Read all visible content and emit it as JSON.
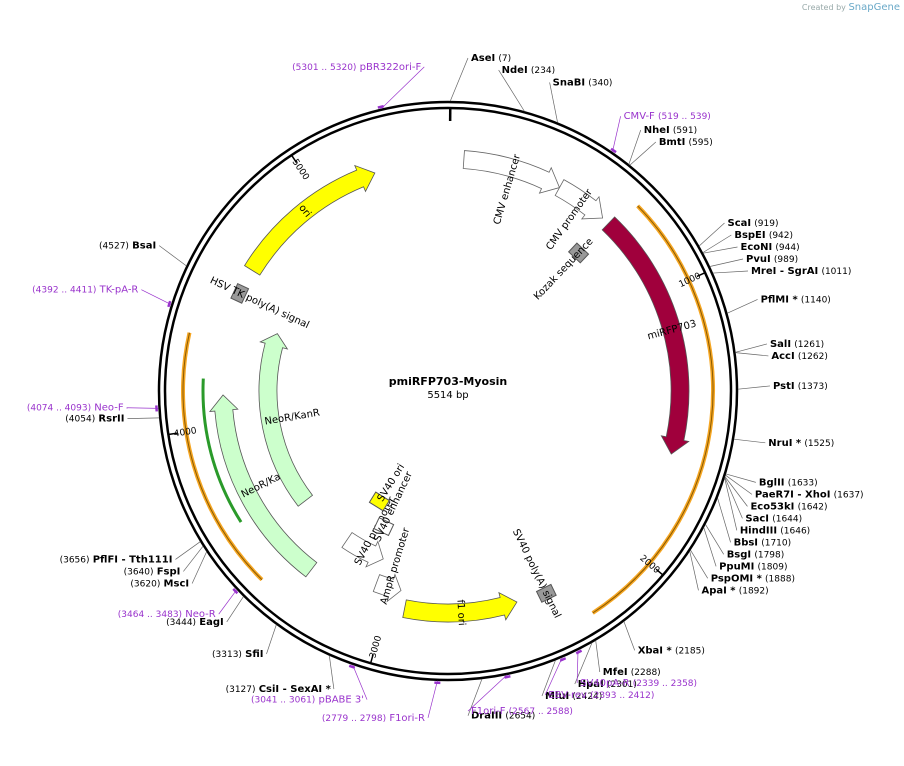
{
  "credit": {
    "prefix": "Created by",
    "brand": "SnapGene"
  },
  "plasmid": {
    "name": "pmiRFP703-Myosin",
    "size_label": "5514 bp",
    "length": 5514
  },
  "ticks": [
    {
      "bp": 1000,
      "label": "1000"
    },
    {
      "bp": 2000,
      "label": "2000"
    },
    {
      "bp": 3000,
      "label": "3000"
    },
    {
      "bp": 4000,
      "label": "4000"
    },
    {
      "bp": 5000,
      "label": "5000"
    }
  ],
  "enzymes": [
    {
      "name": "AseI",
      "pos": "(7)",
      "bp": 7
    },
    {
      "name": "NdeI",
      "pos": "(234)",
      "bp": 234
    },
    {
      "name": "SnaBI",
      "pos": "(340)",
      "bp": 340
    },
    {
      "name": "NheI",
      "pos": "(591)",
      "bp": 591
    },
    {
      "name": "BmtI",
      "pos": "(595)",
      "bp": 595
    },
    {
      "name": "ScaI",
      "pos": "(919)",
      "bp": 919
    },
    {
      "name": "BspEI",
      "pos": "(942)",
      "bp": 942
    },
    {
      "name": "EcoNI",
      "pos": "(944)",
      "bp": 944
    },
    {
      "name": "PvuI",
      "pos": "(989)",
      "bp": 989
    },
    {
      "name": "MreI - SgrAI",
      "pos": "(1011)",
      "bp": 1011
    },
    {
      "name": "PflMI *",
      "pos": "(1140)",
      "bp": 1140
    },
    {
      "name": "SalI",
      "pos": "(1261)",
      "bp": 1261
    },
    {
      "name": "AccI",
      "pos": "(1262)",
      "bp": 1262
    },
    {
      "name": "PstI",
      "pos": "(1373)",
      "bp": 1373
    },
    {
      "name": "NruI *",
      "pos": "(1525)",
      "bp": 1525
    },
    {
      "name": "BglII",
      "pos": "(1633)",
      "bp": 1633
    },
    {
      "name": "PaeR7I - XhoI",
      "pos": "(1637)",
      "bp": 1637
    },
    {
      "name": "Eco53kI",
      "pos": "(1642)",
      "bp": 1642
    },
    {
      "name": "SacI",
      "pos": "(1644)",
      "bp": 1644
    },
    {
      "name": "HindIII",
      "pos": "(1646)",
      "bp": 1646
    },
    {
      "name": "BbsI",
      "pos": "(1710)",
      "bp": 1710
    },
    {
      "name": "BsgI",
      "pos": "(1798)",
      "bp": 1798
    },
    {
      "name": "PpuMI",
      "pos": "(1809)",
      "bp": 1809
    },
    {
      "name": "PspOMI *",
      "pos": "(1888)",
      "bp": 1888
    },
    {
      "name": "ApaI *",
      "pos": "(1892)",
      "bp": 1892
    },
    {
      "name": "XbaI *",
      "pos": "(2185)",
      "bp": 2185
    },
    {
      "name": "MfeI",
      "pos": "(2288)",
      "bp": 2288
    },
    {
      "name": "HpaI",
      "pos": "(2301)",
      "bp": 2301
    },
    {
      "name": "MluI",
      "pos": "(2424)",
      "bp": 2424
    },
    {
      "name": "DraIII",
      "pos": "(2654)",
      "bp": 2654
    },
    {
      "name": "CsiI - SexAI *",
      "pos": "(3127)",
      "bp": 3127
    },
    {
      "name": "SfiI",
      "pos": "(3313)",
      "bp": 3313
    },
    {
      "name": "EagI",
      "pos": "(3444)",
      "bp": 3444
    },
    {
      "name": "MscI",
      "pos": "(3620)",
      "bp": 3620
    },
    {
      "name": "FspI",
      "pos": "(3640)",
      "bp": 3640
    },
    {
      "name": "PflFI - Tth111I",
      "pos": "(3656)",
      "bp": 3656
    },
    {
      "name": "RsrII",
      "pos": "(4054)",
      "bp": 4054
    },
    {
      "name": "BsaI",
      "pos": "(4527)",
      "bp": 4527
    }
  ],
  "primers": [
    {
      "name": "CMV-F",
      "pos": "(519 .. 539)",
      "bp": 529
    },
    {
      "name": "SV40pA-R",
      "pos": "(2339 .. 2358)",
      "bp": 2349
    },
    {
      "name": "EBV-rev",
      "pos": "(2393 .. 2412)",
      "bp": 2402
    },
    {
      "name": "F1ori-F",
      "pos": "(2567 .. 2588)",
      "bp": 2577
    },
    {
      "name": "F1ori-R",
      "pos": "(2779 .. 2798)",
      "bp": 2789
    },
    {
      "name": "pBABE 3'",
      "pos": "(3041 .. 3061)",
      "bp": 3051
    },
    {
      "name": "Neo-R",
      "pos": "(3464 .. 3483)",
      "bp": 3473
    },
    {
      "name": "Neo-F",
      "pos": "(4074 .. 4093)",
      "bp": 4083
    },
    {
      "name": "TK-pA-R",
      "pos": "(4392 .. 4411)",
      "bp": 4401
    },
    {
      "name": "pBR322ori-F",
      "pos": "(5301 .. 5320)",
      "bp": 5310
    }
  ],
  "features": [
    {
      "name": "CMV enhancer",
      "start": 60,
      "end": 440,
      "color": "#ffffff",
      "kind": "arrow"
    },
    {
      "name": "CMV promoter",
      "start": 440,
      "end": 640,
      "color": "#ffffff",
      "kind": "arrow"
    },
    {
      "name": "Kozak sequence",
      "start": 660,
      "end": 670,
      "color": "#999999",
      "kind": "box"
    },
    {
      "name": "miRFP703",
      "start": 670,
      "end": 1620,
      "color": "#a0003c",
      "kind": "arrow"
    },
    {
      "name": "SV40 poly(A) signal",
      "start": 2300,
      "end": 2420,
      "color": "#999999",
      "kind": "box"
    },
    {
      "name": "f1 ori",
      "start": 2480,
      "end": 2930,
      "color": "#ffff00",
      "kind": "arrow-rev"
    },
    {
      "name": "AmpR promoter",
      "start": 2960,
      "end": 3070,
      "color": "#ffffff",
      "kind": "arrow-rev"
    },
    {
      "name": "SV40 promoter",
      "start": 3080,
      "end": 3280,
      "color": "#ffffff",
      "kind": "arrow-rev"
    },
    {
      "name": "SV40 enhancer",
      "start": 3090,
      "end": 3200,
      "color": "#ffffff",
      "kind": "box"
    },
    {
      "name": "SV40 ori",
      "start": 3210,
      "end": 3280,
      "color": "#ffff00",
      "kind": "box"
    },
    {
      "name": "NeoR/KanR",
      "start": 3330,
      "end": 4120,
      "color": "#ccffcc",
      "kind": "arrow"
    },
    {
      "name": "NeoR/KanR",
      "start": 3560,
      "end": 4420,
      "color": "#ccffcc",
      "kind": "arrow"
    },
    {
      "name": "HSV TK poly(A) signal",
      "start": 4500,
      "end": 4540,
      "color": "#999999",
      "kind": "box"
    },
    {
      "name": "ori",
      "start": 4620,
      "end": 5230,
      "color": "#ffff00",
      "kind": "arrow"
    }
  ],
  "orange_arcs": [
    {
      "start": 700,
      "end": 2250
    },
    {
      "start": 3440,
      "end": 4330
    }
  ],
  "green_arc": {
    "start": 3640,
    "end": 4180
  }
}
